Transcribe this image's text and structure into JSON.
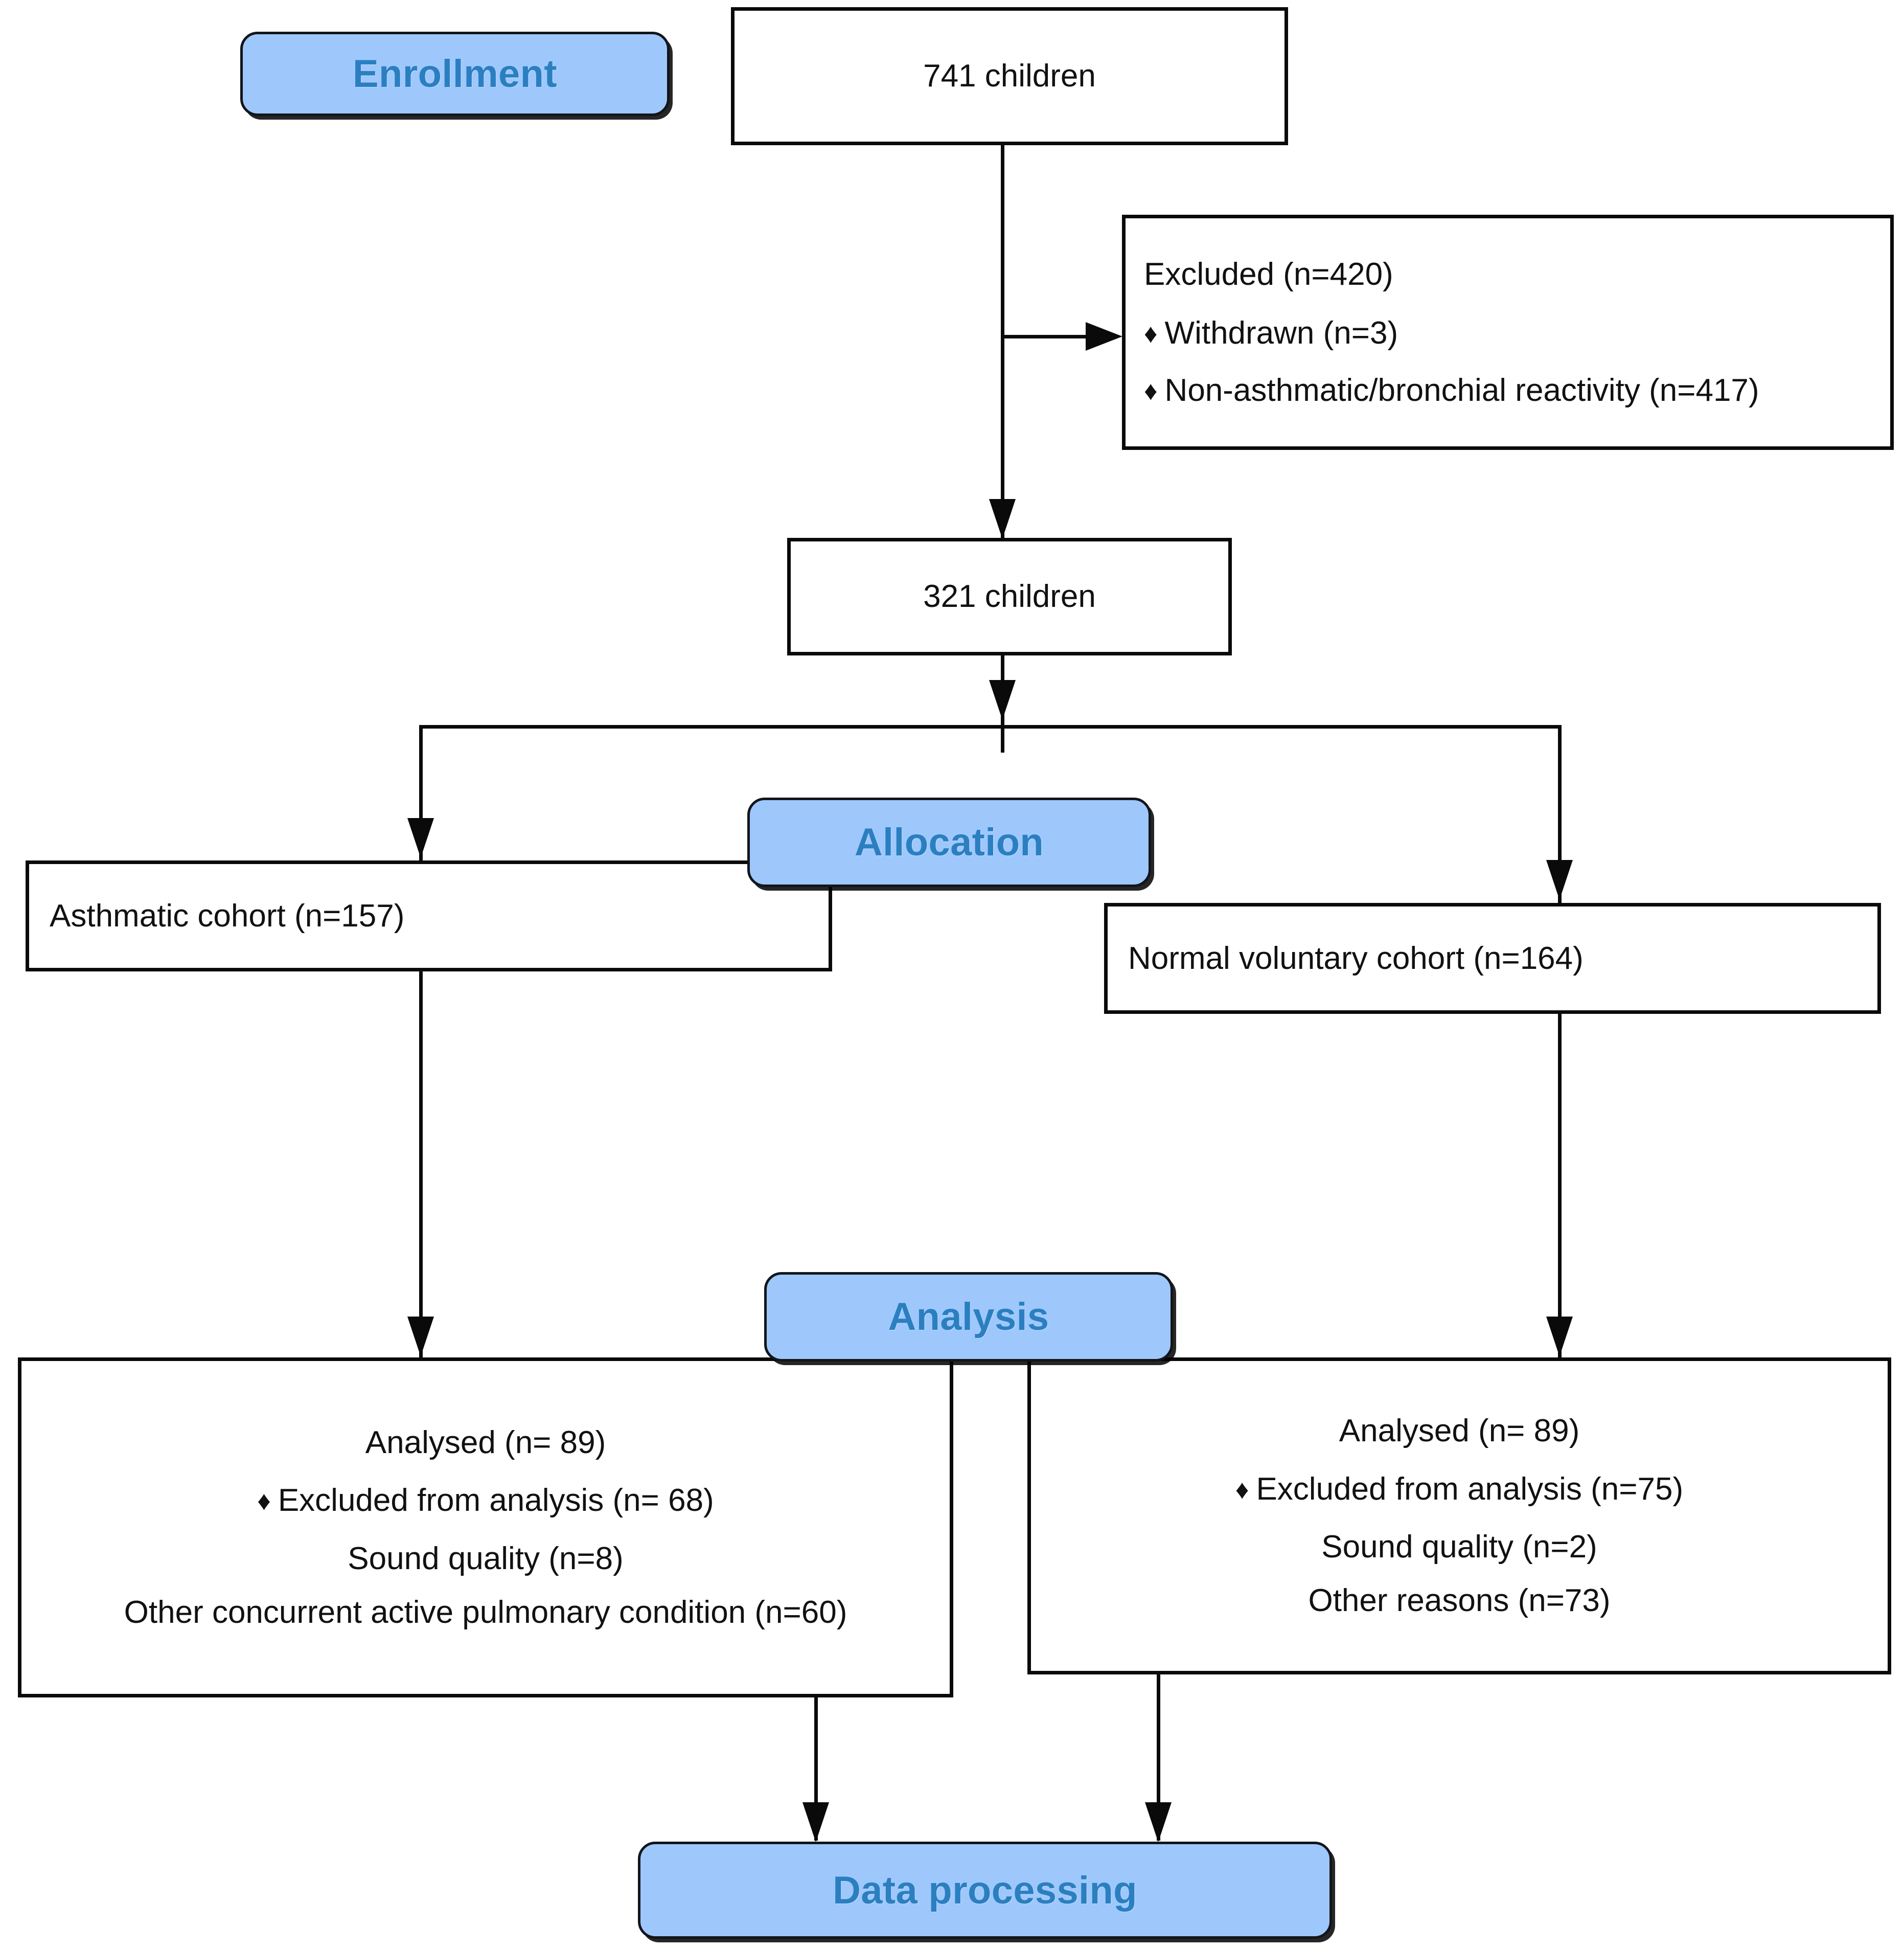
{
  "diagram": {
    "title": "CONSORT-style participant flow diagram",
    "accent_blue_fill": "#9EC8FC",
    "accent_blue_text": "#2B7FC0",
    "line_color": "#0A0A0A",
    "box_text_color": "#111111",
    "bullet_glyph": "♦"
  },
  "stages": {
    "enrollment": "Enrollment",
    "allocation": "Allocation",
    "analysis": "Analysis",
    "data_processing": "Data processing"
  },
  "nodes": {
    "screened": {
      "lines": [
        "741 children"
      ]
    },
    "excluded": {
      "heading": "Excluded (n=420)",
      "items": [
        "Withdrawn (n=3)",
        "Non-asthmatic/bronchial reactivity (n=417)"
      ]
    },
    "eligible": {
      "lines": [
        "321 children"
      ]
    },
    "asthmatic_cohort": {
      "lines": [
        "Asthmatic cohort (n=157)"
      ]
    },
    "normal_cohort": {
      "lines": [
        "Normal voluntary cohort (n=164)"
      ]
    },
    "analysis_left": {
      "analysed": "Analysed (n= 89)",
      "excluded_bullet": "Excluded from analysis (n= 68)",
      "reasons": [
        "Sound quality (n=8)",
        "Other concurrent active pulmonary condition (n=60)"
      ]
    },
    "analysis_right": {
      "analysed": "Analysed (n= 89)",
      "excluded_bullet": "Excluded from analysis (n=75)",
      "reasons": [
        "Sound quality (n=2)",
        "Other reasons (n=73)"
      ]
    }
  },
  "flow_data": {
    "type": "flowchart",
    "total_screened": 741,
    "total_excluded": 420,
    "excluded_withdrawn": 3,
    "excluded_non_asthmatic": 417,
    "eligible": 321,
    "asthmatic_cohort_n": 157,
    "normal_cohort_n": 164,
    "asthmatic_analysed": 89,
    "asthmatic_excluded": 68,
    "asthmatic_sound_quality": 8,
    "asthmatic_other_pulmonary": 60,
    "normal_analysed": 89,
    "normal_excluded": 75,
    "normal_sound_quality": 2,
    "normal_other_reasons": 73
  }
}
